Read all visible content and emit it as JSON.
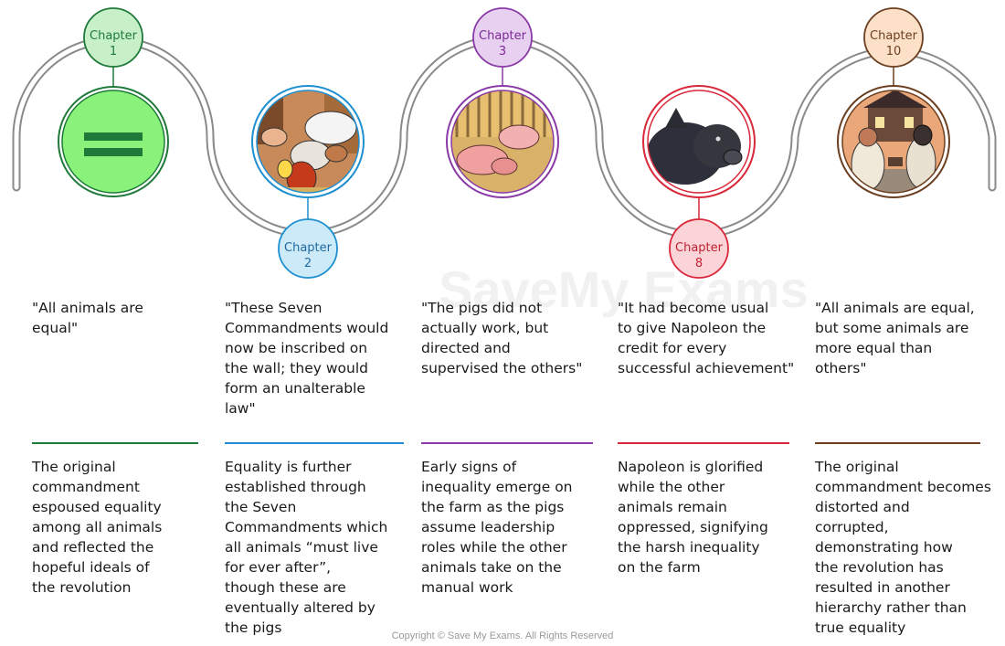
{
  "brand": {
    "watermark": "SaveMy Exams",
    "copyright": "Copyright © Save My Exams. All Rights Reserved"
  },
  "colors": {
    "ch1": "#1f7a3a",
    "ch2": "#1e8fd0",
    "ch3": "#8a3aa6",
    "ch8": "#d8283a",
    "ch10": "#6b3f1f"
  },
  "stages": [
    {
      "chapter_word": "Chapter",
      "chapter_num": "1",
      "icon": "equals-sign-icon",
      "quote": "\"All animals are\nequal\"",
      "note": "The original\ncommandment\nespoused equality\namong all animals\nand reflected the\nhopeful ideals of\nthe revolution"
    },
    {
      "chapter_word": "Chapter",
      "chapter_num": "2",
      "icon": "farm-animals-icon",
      "quote": "\"These Seven\nCommandments would\nnow be inscribed on\nthe wall; they would\nform an unalterable\nlaw\"",
      "note": "Equality is further\nestablished through\nthe Seven\nCommandments which\nall animals “must live\nfor ever after”,\nthough these are\neventually altered by\nthe pigs"
    },
    {
      "chapter_word": "Chapter",
      "chapter_num": "3",
      "icon": "pigs-in-sty-icon",
      "quote": "\"The pigs did not\nactually work, but\ndirected and\nsupervised the others\"",
      "note": "Early signs of\ninequality emerge on\nthe farm as the pigs\nassume leadership\nroles while the other\nanimals take on the\nmanual work"
    },
    {
      "chapter_word": "Chapter",
      "chapter_num": "8",
      "icon": "black-pig-icon",
      "quote": "\"It had become usual\nto give Napoleon the\ncredit for every\nsuccessful achievement\"",
      "note": "Napoleon is glorified\nwhile the other\nanimals remain\noppressed, signifying\nthe harsh inequality\non the farm"
    },
    {
      "chapter_word": "Chapter",
      "chapter_num": "10",
      "icon": "pig-and-man-icon",
      "quote": "\"All animals are equal,\nbut some animals are\nmore equal than\nothers\"",
      "note": "The original\ncommandment becomes\ndistorted and\ncorrupted,\ndemonstrating how\nthe revolution has\nresulted in another\nhierarchy rather than\ntrue equality"
    }
  ]
}
